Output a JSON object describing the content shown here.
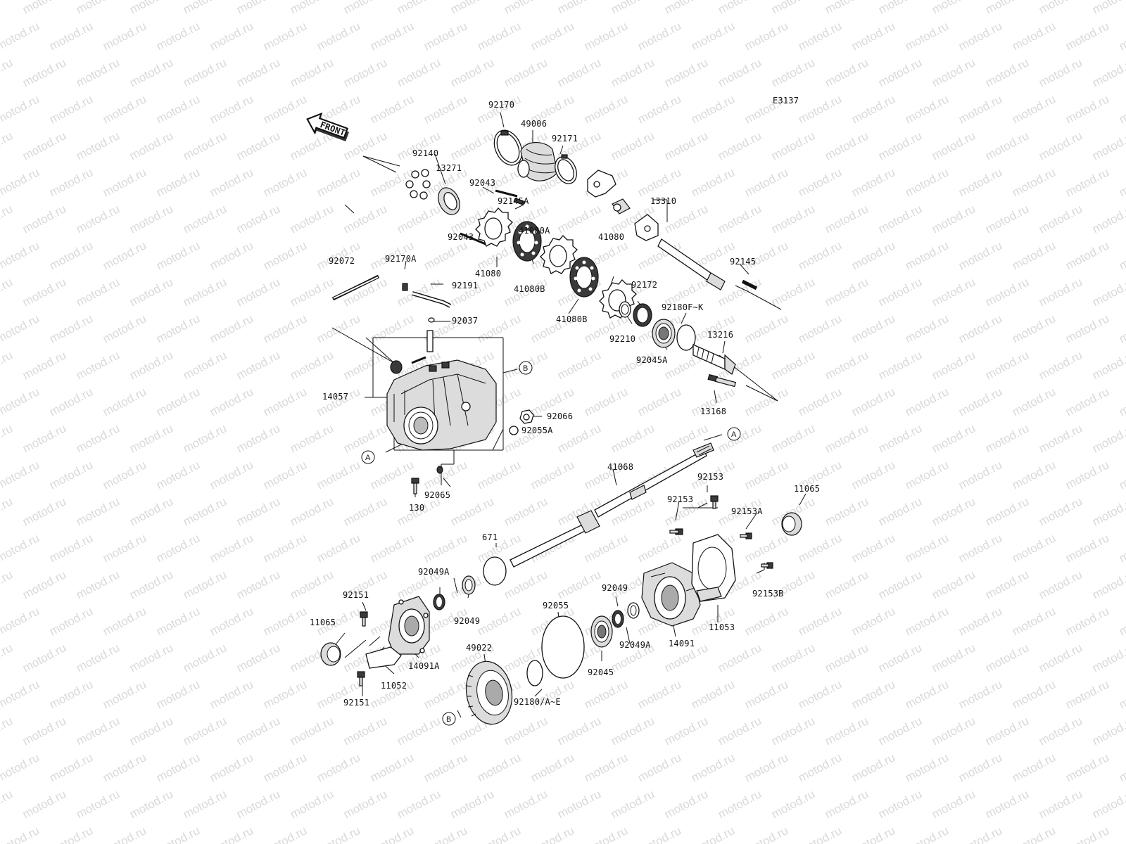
{
  "diagram_code": "E3137",
  "front_label": "FRONT",
  "watermark": "motod.ru",
  "refs": [
    "A",
    "B"
  ],
  "labels": [
    {
      "id": "92170",
      "text": "92170"
    },
    {
      "id": "49006",
      "text": "49006"
    },
    {
      "id": "92171",
      "text": "92171"
    },
    {
      "id": "92140",
      "text": "92140"
    },
    {
      "id": "13271",
      "text": "13271"
    },
    {
      "id": "92043a",
      "text": "92043"
    },
    {
      "id": "92145A",
      "text": "92145A"
    },
    {
      "id": "13310",
      "text": "13310"
    },
    {
      "id": "41080A",
      "text": "41080A"
    },
    {
      "id": "92043b",
      "text": "92043"
    },
    {
      "id": "41080a",
      "text": "41080"
    },
    {
      "id": "41080b",
      "text": "41080"
    },
    {
      "id": "41080Ba",
      "text": "41080B"
    },
    {
      "id": "41080Bb",
      "text": "41080B"
    },
    {
      "id": "92145",
      "text": "92145"
    },
    {
      "id": "92072",
      "text": "92072"
    },
    {
      "id": "92170A",
      "text": "92170A"
    },
    {
      "id": "92191",
      "text": "92191"
    },
    {
      "id": "92037",
      "text": "92037"
    },
    {
      "id": "92172",
      "text": "92172"
    },
    {
      "id": "92180FK",
      "text": "92180F~K"
    },
    {
      "id": "92210",
      "text": "92210"
    },
    {
      "id": "92045A",
      "text": "92045A"
    },
    {
      "id": "13216",
      "text": "13216"
    },
    {
      "id": "13168",
      "text": "13168"
    },
    {
      "id": "14057",
      "text": "14057"
    },
    {
      "id": "92066",
      "text": "92066"
    },
    {
      "id": "92055A",
      "text": "92055A"
    },
    {
      "id": "92065",
      "text": "92065"
    },
    {
      "id": "130",
      "text": "130"
    },
    {
      "id": "41068",
      "text": "41068"
    },
    {
      "id": "92153a",
      "text": "92153"
    },
    {
      "id": "92153b",
      "text": "92153"
    },
    {
      "id": "11065a",
      "text": "11065"
    },
    {
      "id": "92153A",
      "text": "92153A"
    },
    {
      "id": "671",
      "text": "671"
    },
    {
      "id": "92049Aa",
      "text": "92049A"
    },
    {
      "id": "92049a",
      "text": "92049"
    },
    {
      "id": "92049b",
      "text": "92049"
    },
    {
      "id": "92153B",
      "text": "92153B"
    },
    {
      "id": "92151a",
      "text": "92151"
    },
    {
      "id": "11065b",
      "text": "11065"
    },
    {
      "id": "92055",
      "text": "92055"
    },
    {
      "id": "92049Ab",
      "text": "92049A"
    },
    {
      "id": "14091",
      "text": "14091"
    },
    {
      "id": "11053",
      "text": "11053"
    },
    {
      "id": "14091A",
      "text": "14091A"
    },
    {
      "id": "49022",
      "text": "49022"
    },
    {
      "id": "92045",
      "text": "92045"
    },
    {
      "id": "11052",
      "text": "11052"
    },
    {
      "id": "92151b",
      "text": "92151"
    },
    {
      "id": "92180AE",
      "text": "92180/A~E"
    }
  ]
}
